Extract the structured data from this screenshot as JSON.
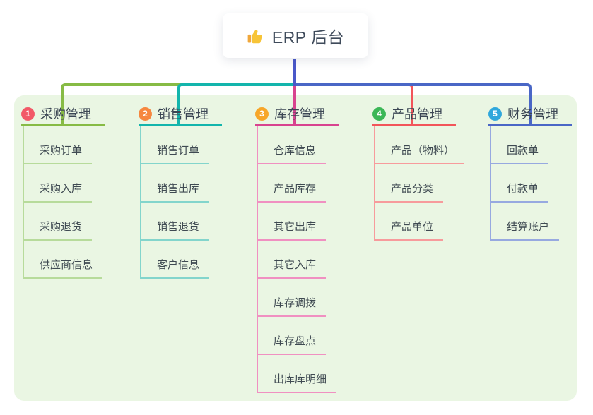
{
  "root": {
    "title": "ERP 后台",
    "icon": "thumbs-up-icon",
    "line_color": "#4a58c9"
  },
  "panel": {
    "background": "#eaf6e3"
  },
  "branches": [
    {
      "badge": "1",
      "label": "采购管理",
      "badge_color": "#f25968",
      "line_color": "#87bb45",
      "child_line_color": "#b7db9b",
      "children": [
        "采购订单",
        "采购入库",
        "采购退货",
        "供应商信息"
      ]
    },
    {
      "badge": "2",
      "label": "销售管理",
      "badge_color": "#f6873f",
      "line_color": "#13b5ac",
      "child_line_color": "#83d5cc",
      "children": [
        "销售订单",
        "销售出库",
        "销售退货",
        "客户信息"
      ]
    },
    {
      "badge": "3",
      "label": "库存管理",
      "badge_color": "#f7a629",
      "line_color": "#d8438f",
      "child_line_color": "#f090c1",
      "children": [
        "仓库信息",
        "产品库存",
        "其它出库",
        "其它入库",
        "库存调拨",
        "库存盘点",
        "出库库明细"
      ]
    },
    {
      "badge": "4",
      "label": "产品管理",
      "badge_color": "#3bb756",
      "line_color": "#f2555a",
      "child_line_color": "#f79b9c",
      "children": [
        "产品（物料）",
        "产品分类",
        "产品单位"
      ]
    },
    {
      "badge": "5",
      "label": "财务管理",
      "badge_color": "#2fa7dc",
      "line_color": "#4a67c6",
      "child_line_color": "#97a9e0",
      "children": [
        "回款单",
        "付款单",
        "结算账户"
      ]
    }
  ],
  "colors": {
    "text": "#3b4654",
    "thumb_yellow": "#f7c437",
    "thumb_dark": "#f0a73a"
  }
}
